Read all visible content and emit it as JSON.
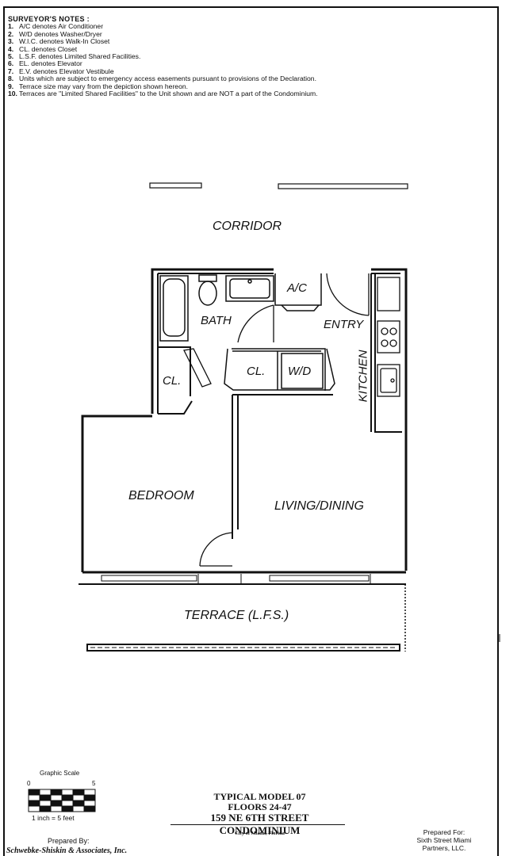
{
  "notes": {
    "heading": "SURVEYOR'S NOTES :",
    "items": [
      {
        "num": "1.",
        "text": "A/C denotes Air Conditioner"
      },
      {
        "num": "2.",
        "text": "W/D denotes Washer/Dryer"
      },
      {
        "num": "3.",
        "text": "W.I.C. denotes Walk-In Closet"
      },
      {
        "num": "4.",
        "text": "CL. denotes Closet"
      },
      {
        "num": "5.",
        "text": "L.S.F. denotes Limited Shared Facilities."
      },
      {
        "num": "6.",
        "text": "EL. denotes Elevator"
      },
      {
        "num": "7.",
        "text": "E.V. denotes Elevator Vestibule"
      },
      {
        "num": "8.",
        "text": "Units which are subject to emergency access easements pursuant to provisions of the Declaration."
      },
      {
        "num": "9.",
        "text": "Terrace size may vary from the depiction shown hereon."
      },
      {
        "num": "10.",
        "text": "Terraces are \"Limited Shared Facilities\" to the Unit shown and are NOT a part of the Condominium."
      }
    ]
  },
  "rooms": {
    "corridor": "CORRIDOR",
    "ac": "A/C",
    "bath": "BATH",
    "entry": "ENTRY",
    "closet_left": "CL.",
    "closet_mid": "CL.",
    "wd": "W/D",
    "kitchen": "KITCHEN",
    "bedroom": "BEDROOM",
    "living": "LIVING/DINING",
    "terrace": "TERRACE (L.F.S.)"
  },
  "scale": {
    "title": "Graphic Scale",
    "start": "0",
    "end": "5",
    "footnote": "1 inch = 5 feet"
  },
  "title_block": {
    "line1": "TYPICAL MODEL 07",
    "line2": "FLOORS 24-47",
    "line3": "159 NE 6TH STREET CONDOMINIUM",
    "city": "City of Miami, Florida"
  },
  "prepared_by": {
    "label": "Prepared By:",
    "company": "Schwebke-Shiskin & Associates, Inc."
  },
  "prepared_for": {
    "label": "Prepared For:",
    "line1": "Sixth Street Miami",
    "line2": "Partners, LLC."
  }
}
